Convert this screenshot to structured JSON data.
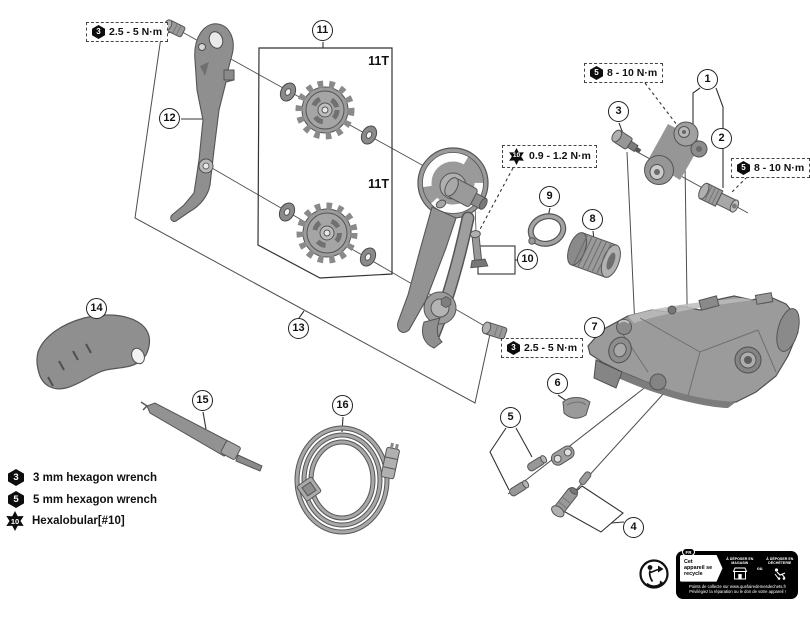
{
  "diagram": {
    "part_numbers": [
      "1",
      "2",
      "3",
      "4",
      "5",
      "6",
      "7",
      "8",
      "9",
      "10",
      "11",
      "12",
      "13",
      "14",
      "15",
      "16"
    ],
    "pulley_teeth_labels": [
      "11T",
      "11T"
    ],
    "torque_labels": [
      {
        "tool_symbol": "3",
        "tool_type": "hexagon",
        "text": "2.5 - 5 N·m"
      },
      {
        "tool_symbol": "5",
        "tool_type": "hexagon",
        "text": "8 - 10 N·m"
      },
      {
        "tool_symbol": "5",
        "tool_type": "hexagon",
        "text": "8 - 10 N·m"
      },
      {
        "tool_symbol": "10",
        "tool_type": "hexalobular",
        "text": "0.9 - 1.2 N·m"
      },
      {
        "tool_symbol": "3",
        "tool_type": "hexagon",
        "text": "2.5 - 5 N·m"
      }
    ]
  },
  "legend": {
    "items": [
      {
        "symbol": "3",
        "type": "hexagon",
        "label": "3 mm hexagon wrench"
      },
      {
        "symbol": "5",
        "type": "hexagon",
        "label": "5 mm hexagon wrench"
      },
      {
        "symbol": "10",
        "type": "hexalobular",
        "label": "Hexalobular[#10]"
      }
    ]
  },
  "recycle_label": {
    "country_code": "FR",
    "headline": "Cet appareil se recycle",
    "option_left": "À DÉPOSER EN MAGASIN",
    "separator": "ou",
    "option_right": "À DÉPOSER EN DÉCHÈTERIE",
    "footer_line1": "Points de collecte sur www.quefairedemesdechets.fr",
    "footer_line2": "Privilégiez la réparation ou le don de votre appareil !"
  },
  "colors": {
    "ink": "#1a1a1a",
    "line": "#4d4d4d",
    "part_fill": "#9a9a9a",
    "part_outline": "#555555",
    "background": "#ffffff"
  }
}
